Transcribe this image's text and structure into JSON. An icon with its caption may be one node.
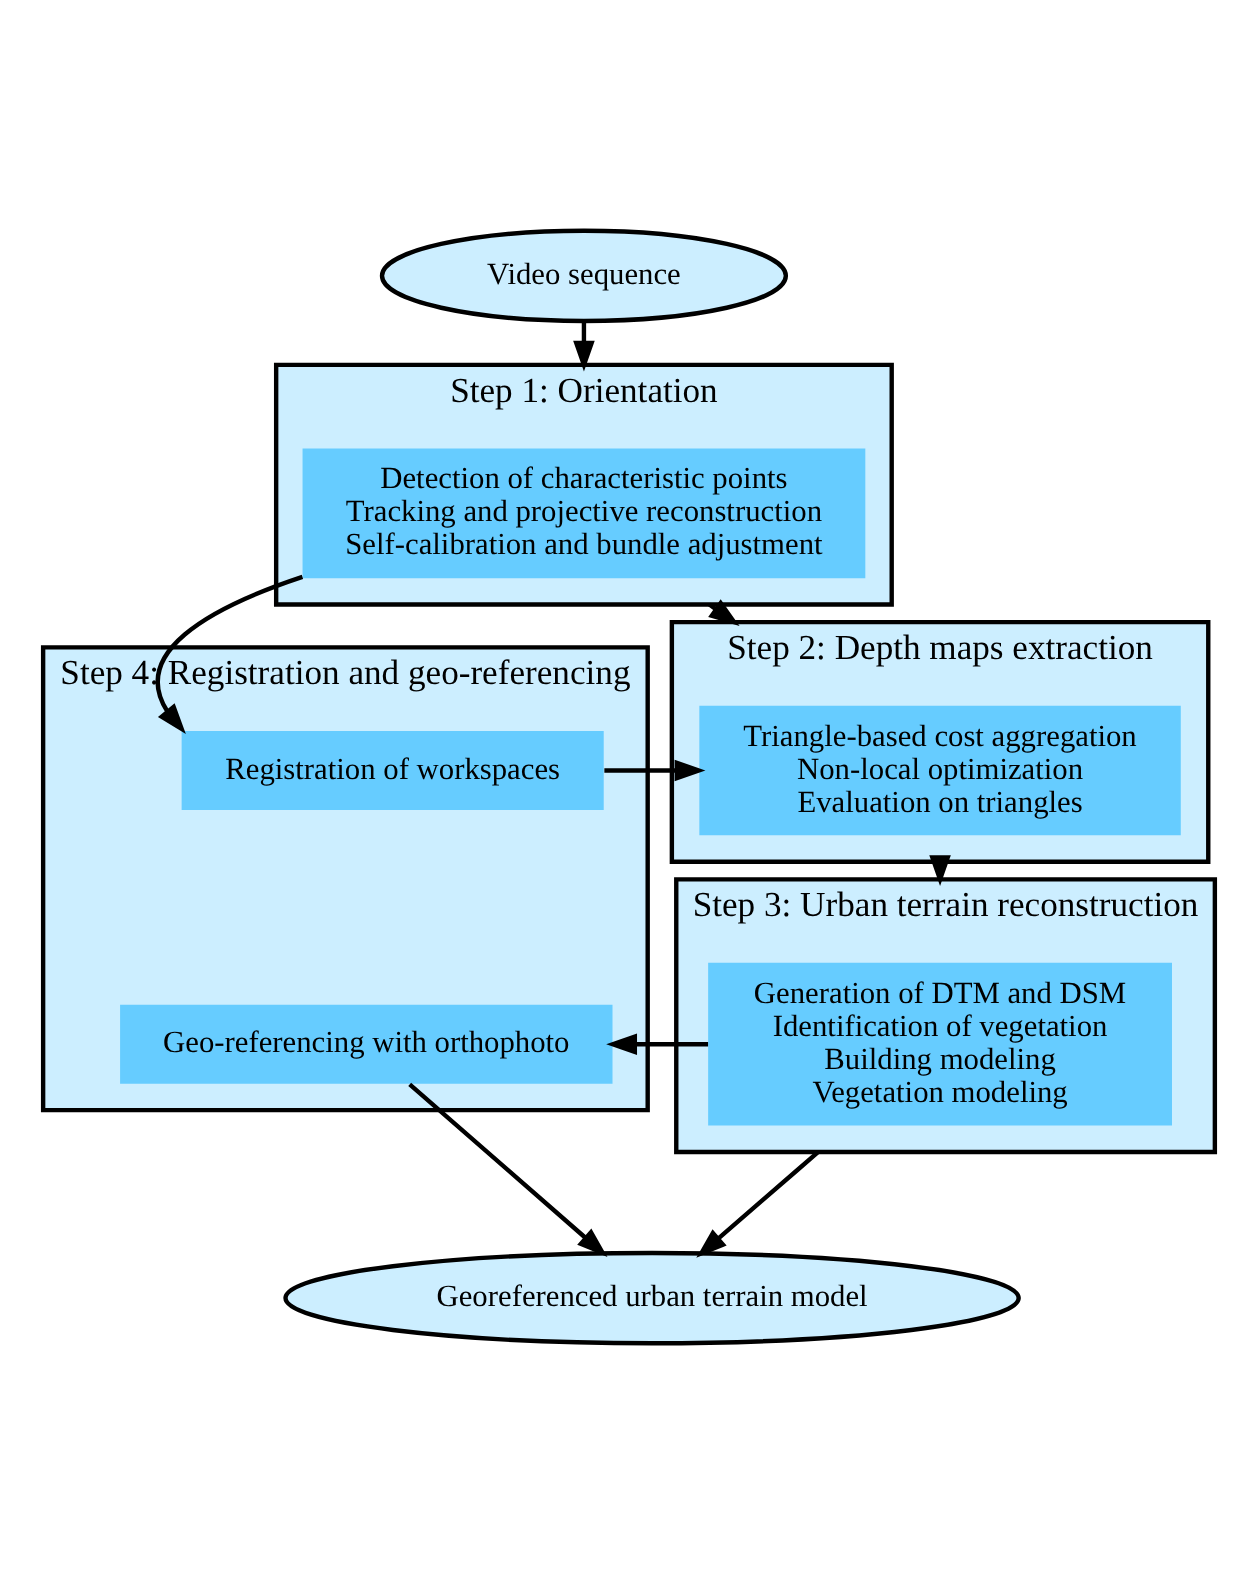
{
  "diagram": {
    "nodes": [
      {
        "text": [
          "Video sequence"
        ]
      },
      {
        "text": [
          "Step 1: Orientation"
        ]
      },
      {
        "text": [
          "Detection of characteristic points",
          "Tracking and projective reconstruction",
          "Self-calibration and bundle adjustment"
        ],
        "in": 1
      },
      {
        "text": [
          "Step 2: Depth maps extraction"
        ]
      },
      {
        "text": [
          "Triangle-based cost aggregation",
          "Non-local optimization",
          "Evaluation on triangles"
        ],
        "in": 3
      },
      {
        "text": [
          "Step 3: Urban terrain reconstruction"
        ]
      },
      {
        "text": [
          "Generation of DTM and DSM",
          "Identification of vegetation",
          "Building modeling",
          "Vegetation modeling"
        ],
        "in": 5
      },
      {
        "text": [
          "Step 4: Registration and geo-referencing"
        ]
      },
      {
        "text": [
          "Registration of workspaces"
        ],
        "in": 7
      },
      {
        "text": [
          "Geo-referencing with orthophoto"
        ],
        "in": 7
      },
      {
        "text": [
          "Georeferenced urban terrain model"
        ]
      }
    ],
    "edges": [
      {
        "from": 0,
        "to": 1,
        "arrow": "to"
      },
      {
        "from": 1,
        "to": 3,
        "arrow": "to"
      },
      {
        "from": 3,
        "to": 5,
        "arrow": "to"
      },
      {
        "from": 5,
        "to": 10,
        "arrow": "to"
      },
      {
        "from": 2,
        "to": 8,
        "arrow": "to"
      },
      {
        "from": 8,
        "to": 4,
        "arrow": "to"
      },
      {
        "from": 6,
        "to": 9,
        "arrow": "to"
      },
      {
        "from": 9,
        "to": 10,
        "arrow": "to"
      }
    ]
  }
}
